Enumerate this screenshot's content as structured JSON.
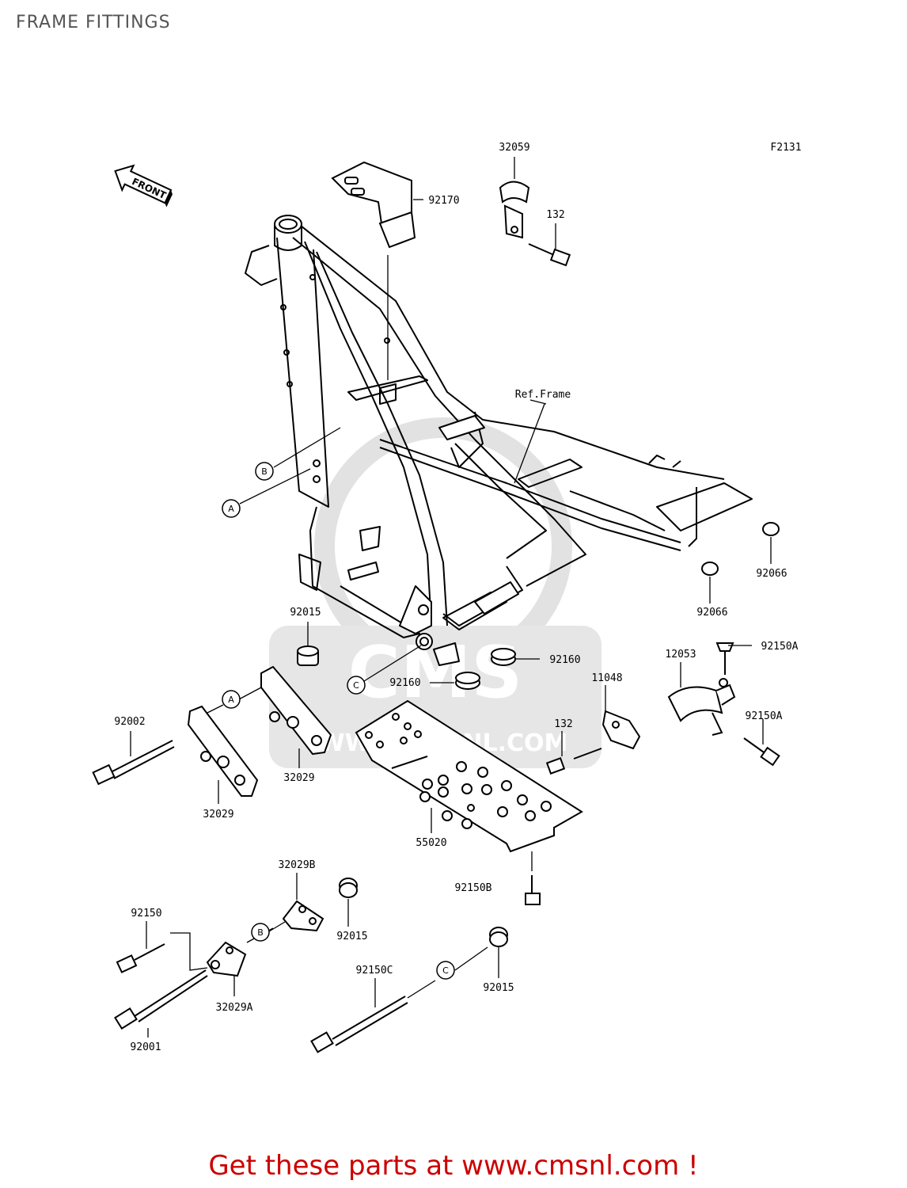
{
  "header": {
    "title": "FRAME FITTINGS",
    "figure_code": "F2131"
  },
  "front_arrow": {
    "label": "FRONT"
  },
  "frame": {
    "ref_label": "Ref.Frame"
  },
  "watermark": {
    "text": "WWW.CMSNL.COM",
    "logo": "CMS"
  },
  "callouts": {
    "a": "A",
    "b": "B",
    "c": "C"
  },
  "parts": {
    "p32059": "32059",
    "p92170": "92170",
    "p132a": "132",
    "p92066a": "92066",
    "p92066b": "92066",
    "p92015a": "92015",
    "p92160a": "92160",
    "p92160b": "92160",
    "p12053": "12053",
    "p92150a1": "92150A",
    "p11048": "11048",
    "p92150a2": "92150A",
    "p132b": "132",
    "p92002": "92002",
    "p32029a": "32029",
    "p32029b": "32029",
    "p55020": "55020",
    "p92150b": "92150B",
    "p32029B": "32029B",
    "p92150": "92150",
    "p92015b": "92015",
    "p92150c": "92150C",
    "p92015c": "92015",
    "p32029A": "32029A",
    "p92001": "92001"
  },
  "footer": {
    "text": "Get these parts at www.cmsnl.com !"
  },
  "colors": {
    "title": "#555555",
    "footer": "#cc0000",
    "line": "#000000",
    "watermark": "#dddddd"
  }
}
